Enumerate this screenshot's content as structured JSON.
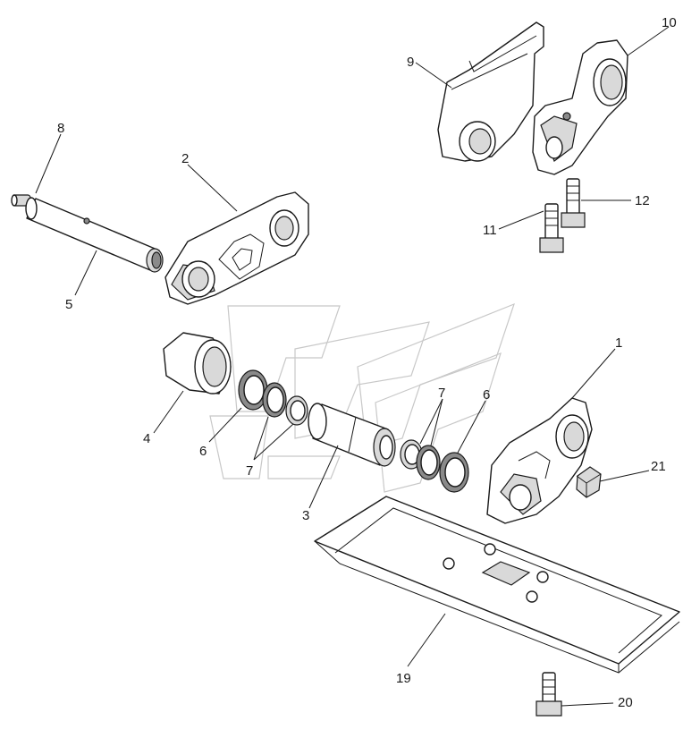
{
  "callouts": {
    "c1": "1",
    "c2": "2",
    "c3": "3",
    "c4": "4",
    "c5": "5",
    "c6a": "6",
    "c6b": "6",
    "c7a": "7",
    "c7b": "7",
    "c8": "8",
    "c9": "9",
    "c10": "10",
    "c11": "11",
    "c12": "12",
    "c19": "19",
    "c20": "20",
    "c21": "21"
  }
}
